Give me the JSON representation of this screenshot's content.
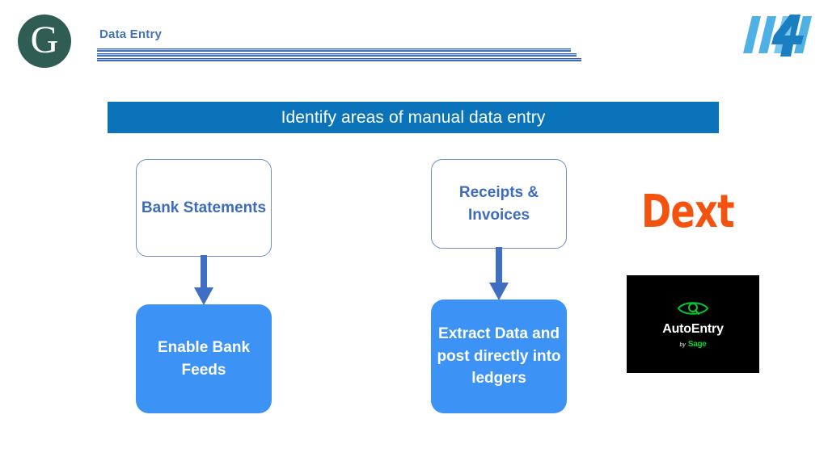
{
  "header": {
    "logo_glyph": "G",
    "logo_name": "company-g-logo",
    "title": "Data Entry"
  },
  "corner_mark": {
    "name": "stylized-four-logo",
    "colors": {
      "light": "#5bb4e5",
      "mid": "#2f9fdc",
      "dark": "#1574b8"
    }
  },
  "banner": {
    "text": "Identify areas of manual data entry",
    "background": "#0a73ba",
    "text_color": "#ffffff"
  },
  "flow": {
    "nodes": [
      {
        "id": "bank-statements",
        "label": "Bank Statements",
        "style": "outline",
        "text_color": "#3d6bbd",
        "border_color": "#6d8ec9"
      },
      {
        "id": "receipts-invoices",
        "label": "Receipts & Invoices",
        "style": "outline",
        "text_color": "#3d6bbd",
        "border_color": "#6d8ec9"
      },
      {
        "id": "enable-bank-feeds",
        "label": "Enable Bank Feeds",
        "style": "filled",
        "text_color": "#ffffff",
        "fill_color": "#3d93f5"
      },
      {
        "id": "extract-data",
        "label": "Extract Data and post directly into ledgers",
        "style": "filled",
        "text_color": "#ffffff",
        "fill_color": "#3d93f5"
      }
    ],
    "arrows": [
      {
        "id": "bank-statements-to-enable-bank-feeds",
        "direction": "down",
        "color": "#3f6fc4"
      },
      {
        "id": "receipts-invoices-to-extract-data",
        "direction": "down",
        "color": "#3f6fc4"
      }
    ]
  },
  "vendors": {
    "dext": {
      "name": "Dext",
      "wordmark": "Dext",
      "color": "#f4530f"
    },
    "autoentry": {
      "name": "AutoEntry",
      "wordmark": "AutoEntry",
      "by_label": "by",
      "parent": "Sage",
      "background": "#000000",
      "accent": "#00d639"
    }
  }
}
